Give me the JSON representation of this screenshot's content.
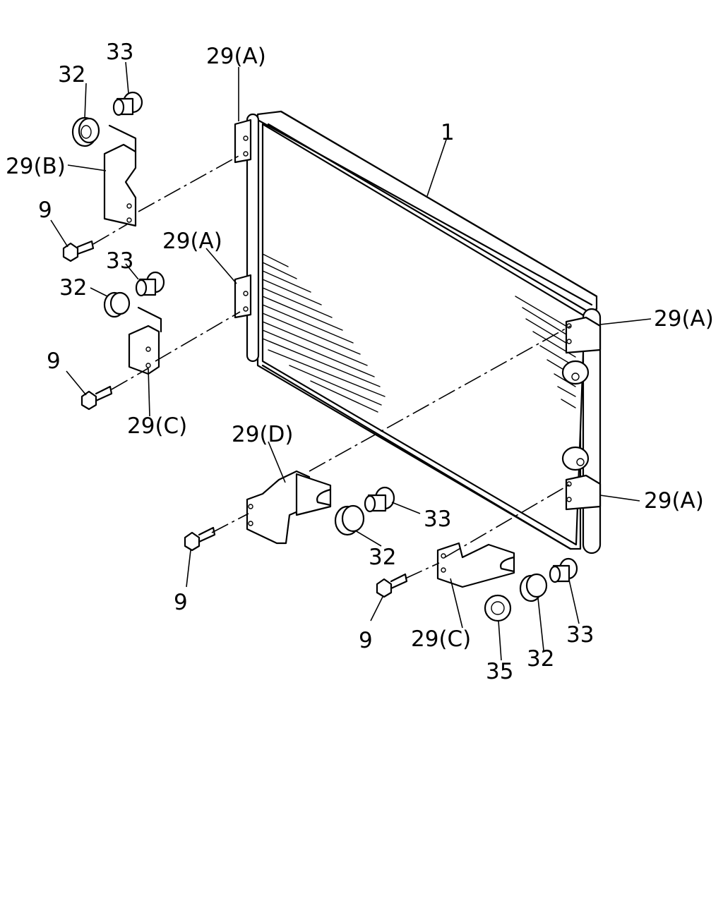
{
  "labels": {
    "part_1": "1",
    "bracket_a_top": "29(A)",
    "bracket_a_mid": "29(A)",
    "bracket_a_right_upper": "29(A)",
    "bracket_a_right_lower": "29(A)",
    "bracket_b": "29(B)",
    "bracket_c_left": "29(C)",
    "bracket_c_bottom": "29(C)",
    "bracket_d": "29(D)",
    "bolt_1": "9",
    "bolt_2": "9",
    "bolt_3": "9",
    "bolt_4": "9",
    "grommet_1": "32",
    "grommet_2": "32",
    "grommet_3": "32",
    "grommet_4": "32",
    "collar_1": "33",
    "collar_2": "33",
    "collar_3": "33",
    "collar_4": "33",
    "nut_1": "35"
  }
}
